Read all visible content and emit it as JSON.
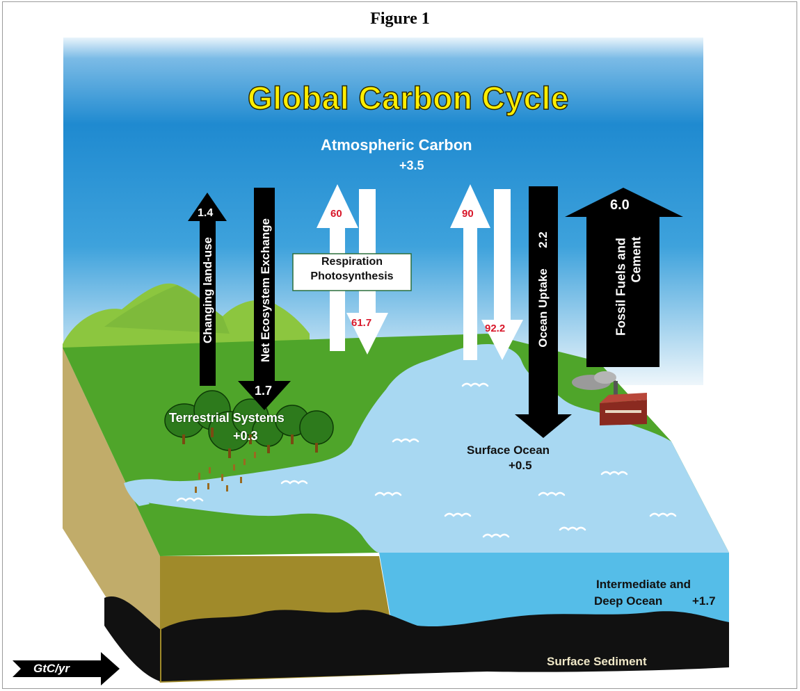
{
  "figure_label": "Figure 1",
  "title": "Global Carbon Cycle",
  "atmosphere": {
    "label": "Atmospheric Carbon",
    "value": "+3.5"
  },
  "flows": {
    "land_use": {
      "label": "Changing land-use",
      "value": "1.4"
    },
    "net_ecosystem": {
      "label": "Net Ecosystem Exchange",
      "value": "1.7"
    },
    "respiration_value": "60",
    "photosynthesis_value": "61.7",
    "resp_photo_box": {
      "line1": "Respiration",
      "line2": "Photosynthesis"
    },
    "ocean_up_value": "90",
    "ocean_down_value": "92.2",
    "ocean_uptake": {
      "label": "Ocean Uptake",
      "value": "2.2"
    },
    "fossil": {
      "line1": "Fossil Fuels and",
      "line2": "Cement",
      "value": "6.0"
    }
  },
  "reservoirs": {
    "terrestrial": {
      "label": "Terrestrial Systems",
      "value": "+0.3"
    },
    "surface_ocean": {
      "label": "Surface Ocean",
      "value": "+0.5"
    },
    "deep_ocean": {
      "line1": "Intermediate and",
      "line2": "Deep Ocean",
      "value": "+1.7"
    },
    "sediment": {
      "label": "Surface Sediment"
    }
  },
  "units": "GtC/yr",
  "colors": {
    "sky_top": "#2f8fd6",
    "sky_bottom": "#eaf4fb",
    "title_yellow": "#ffee00",
    "land_green": "#4fa52a",
    "hill_green": "#8cc63f",
    "water": "#a8d8f2",
    "deep_water": "#55bde8",
    "soil": "#a08a2a",
    "soil_side": "#c1ac6a",
    "flow_red": "#d8172a"
  }
}
